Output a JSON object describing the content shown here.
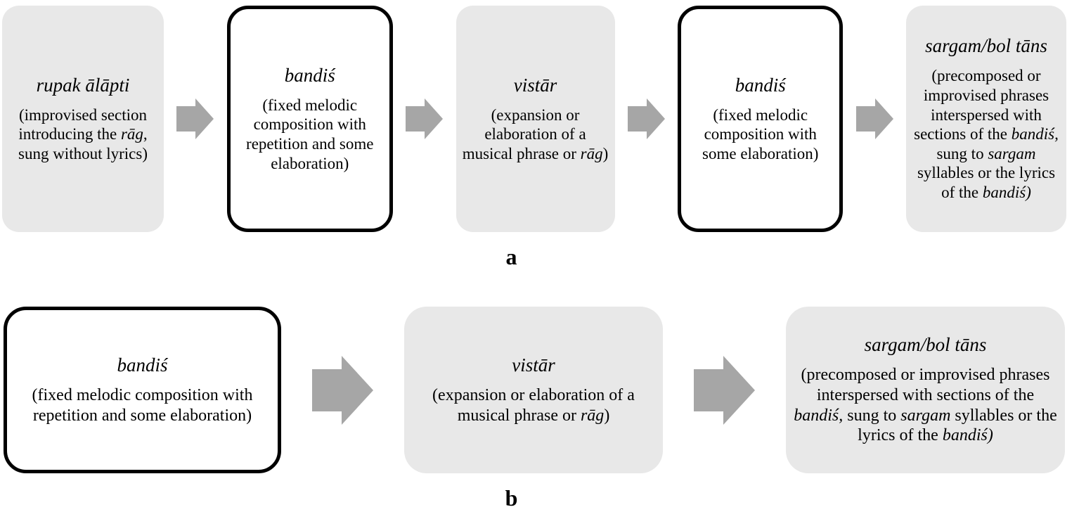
{
  "diagram": {
    "description": "Flow diagram of melodic sections in a performance, rows a and b",
    "colors": {
      "box_fill_gray": "#e8e8e8",
      "box_fill_white": "#ffffff",
      "box_border": "#000000",
      "arrow_gray": "#a6a6a6",
      "text": "#000000",
      "background": "#ffffff"
    },
    "rows": [
      {
        "label": "a",
        "boxes": [
          {
            "title": "rupak ālāpti",
            "variant": "gray",
            "body": [
              {
                "text": "(improvised section introducing the "
              },
              {
                "text": "rāg",
                "italic": true
              },
              {
                "text": ", sung without lyrics)"
              }
            ]
          },
          {
            "title": "bandiś",
            "variant": "outlined",
            "body": [
              {
                "text": "(fixed melodic composition with repetition and some elaboration)"
              }
            ]
          },
          {
            "title": "vistār",
            "variant": "gray",
            "body": [
              {
                "text": "(expansion or elaboration of a musical phrase or "
              },
              {
                "text": "rāg",
                "italic": true
              },
              {
                "text": ")"
              }
            ]
          },
          {
            "title": "bandiś",
            "variant": "outlined",
            "body": [
              {
                "text": "(fixed melodic composition with some elaboration)"
              }
            ]
          },
          {
            "title": "sargam/bol tāns",
            "variant": "gray",
            "body": [
              {
                "text": "(precomposed or improvised phrases interspersed with sections of the "
              },
              {
                "text": "bandiś,",
                "italic": true
              },
              {
                "text": " sung to "
              },
              {
                "text": "sargam",
                "italic": true
              },
              {
                "text": " syllables or the lyrics of the "
              },
              {
                "text": "bandiś)",
                "italic": true
              }
            ]
          }
        ]
      },
      {
        "label": "b",
        "boxes": [
          {
            "title": "bandiś",
            "variant": "outlined",
            "body": [
              {
                "text": "(fixed melodic composition with repetition and some elaboration)"
              }
            ]
          },
          {
            "title": "vistār",
            "variant": "gray",
            "body": [
              {
                "text": "(expansion or elaboration of a musical phrase or "
              },
              {
                "text": "rāg",
                "italic": true
              },
              {
                "text": ")"
              }
            ]
          },
          {
            "title": "sargam/bol tāns",
            "variant": "gray",
            "body": [
              {
                "text": "(precomposed or improvised phrases interspersed with sections of the "
              },
              {
                "text": "bandiś,",
                "italic": true
              },
              {
                "text": " sung to "
              },
              {
                "text": "sargam",
                "italic": true
              },
              {
                "text": " syllables or the lyrics of the "
              },
              {
                "text": "bandiś)",
                "italic": true
              }
            ]
          }
        ]
      }
    ]
  }
}
